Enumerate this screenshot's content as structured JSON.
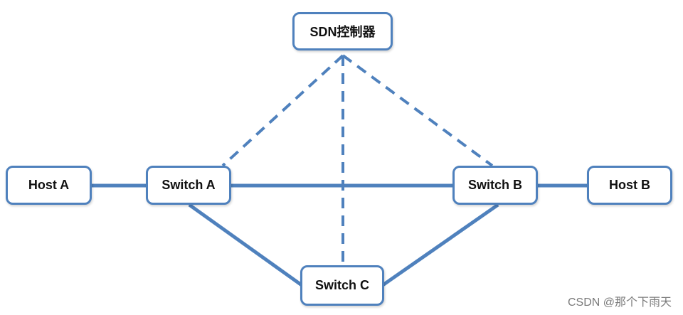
{
  "diagram": {
    "line_color": "#4f81bd",
    "nodes": {
      "sdn_controller": "SDN控制器",
      "host_a": "Host A",
      "switch_a": "Switch A",
      "switch_b": "Switch B",
      "host_b": "Host B",
      "switch_c": "Switch C"
    },
    "data_links": [
      [
        "Host A",
        "Switch A"
      ],
      [
        "Switch A",
        "Switch B"
      ],
      [
        "Switch B",
        "Host B"
      ],
      [
        "Switch A",
        "Switch C"
      ],
      [
        "Switch C",
        "Switch B"
      ]
    ],
    "control_links": [
      [
        "SDN控制器",
        "Switch A"
      ],
      [
        "SDN控制器",
        "Switch C"
      ],
      [
        "SDN控制器",
        "Switch B"
      ]
    ]
  },
  "watermark": "CSDN @那个下雨天"
}
